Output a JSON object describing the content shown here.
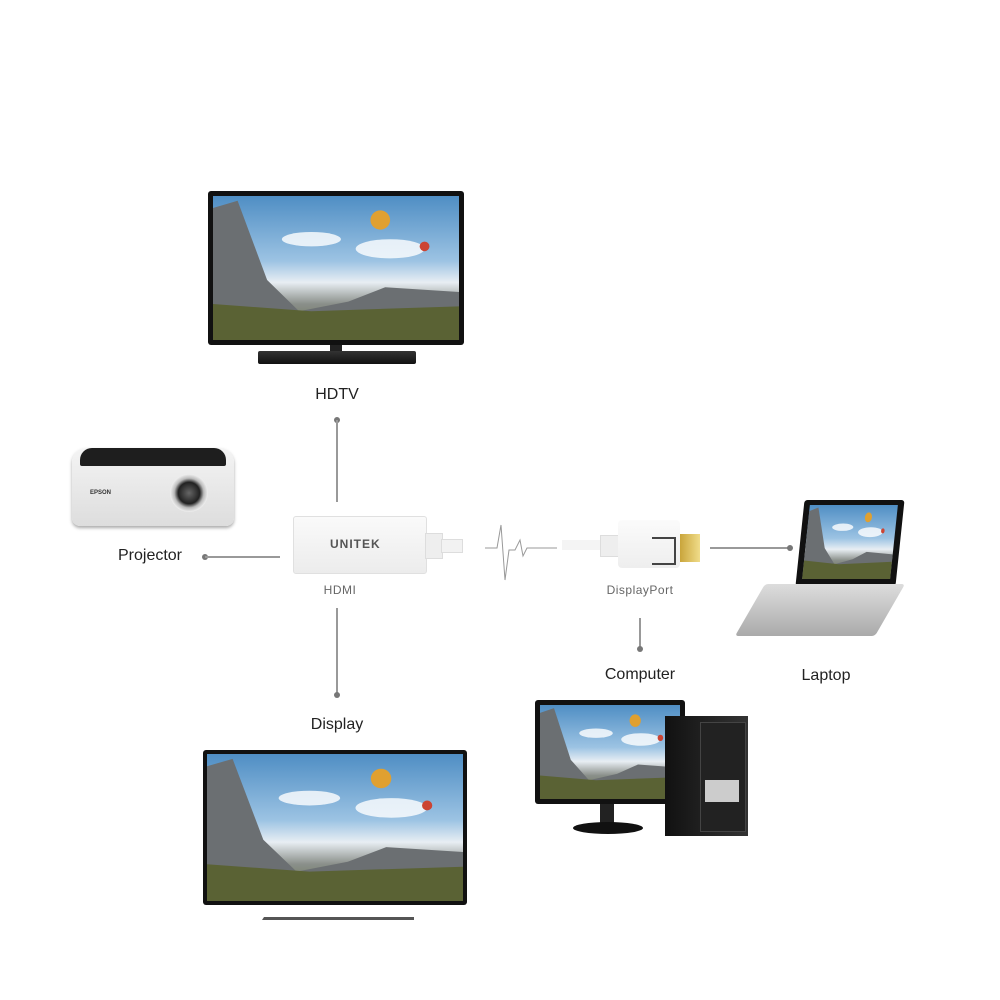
{
  "labels": {
    "hdtv": "HDTV",
    "projector": "Projector",
    "hdmi": "HDMI",
    "displayport": "DisplayPort",
    "computer": "Computer",
    "laptop": "Laptop",
    "display": "Display"
  },
  "adapter": {
    "brand": "UNITEK"
  },
  "projector": {
    "brand": "EPSON"
  },
  "colors": {
    "connector_line": "#999999",
    "dp_gold": "#d4b34a",
    "bezel": "#111111"
  }
}
